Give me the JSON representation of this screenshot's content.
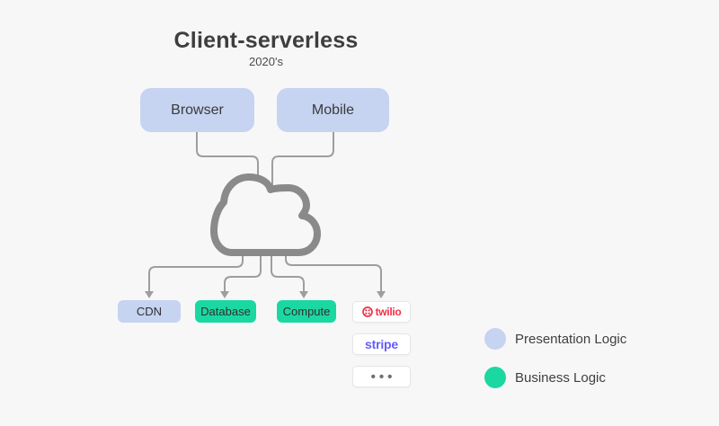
{
  "header": {
    "title": "Client-serverless",
    "era": "2020's"
  },
  "clients": [
    {
      "label": "Browser",
      "type": "presentation"
    },
    {
      "label": "Mobile",
      "type": "presentation"
    }
  ],
  "cloud": {
    "icon": "cloud-icon"
  },
  "services": [
    {
      "label": "CDN",
      "type": "presentation"
    },
    {
      "label": "Database",
      "type": "business"
    },
    {
      "label": "Compute",
      "type": "business"
    }
  ],
  "vendors": [
    {
      "label": "twilio",
      "brand_color": "#f22f46",
      "icon": "twilio-logo-icon"
    },
    {
      "label": "stripe",
      "brand_color": "#635bff"
    },
    {
      "label": "•••"
    }
  ],
  "legend": [
    {
      "label": "Presentation Logic",
      "color": "#c6d3f1"
    },
    {
      "label": "Business Logic",
      "color": "#1bd8a2"
    }
  ],
  "colors": {
    "presentation": "#c6d3f1",
    "business": "#1bd8a2",
    "connector": "#9e9e9e",
    "cloud_stroke": "#8a8a8a",
    "background": "#f7f7f8"
  }
}
